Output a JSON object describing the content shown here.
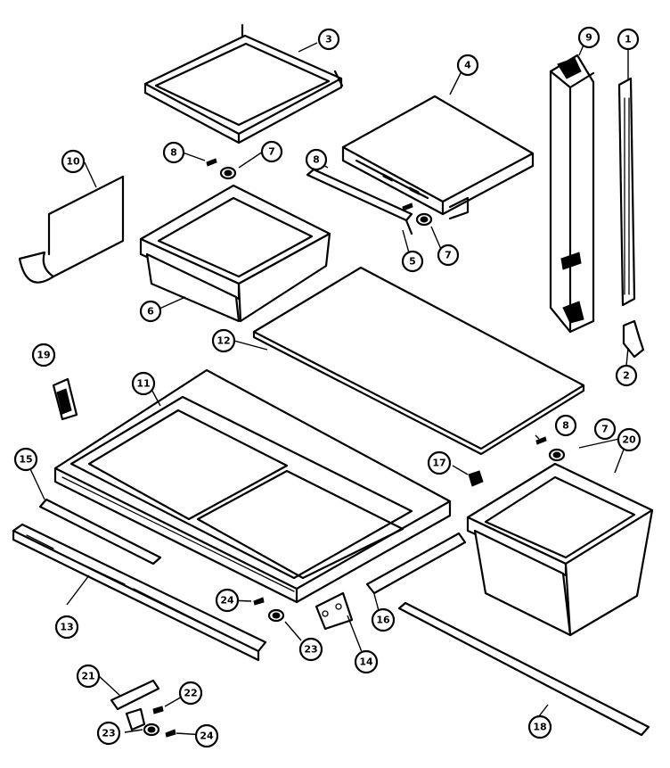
{
  "callouts": {
    "c1": "1",
    "c2": "2",
    "c3": "3",
    "c4": "4",
    "c5": "5",
    "c6": "6",
    "c7a": "7",
    "c7b": "7",
    "c7c": "7",
    "c8a": "8",
    "c8b": "8",
    "c8c": "8",
    "c9": "9",
    "c10": "10",
    "c11": "11",
    "c12": "12",
    "c13": "13",
    "c14": "14",
    "c15": "15",
    "c16": "16",
    "c17": "17",
    "c18": "18",
    "c19": "19",
    "c20": "20",
    "c21": "21",
    "c22": "22",
    "c23a": "23",
    "c23b": "23",
    "c24a": "24",
    "c24b": "24"
  }
}
